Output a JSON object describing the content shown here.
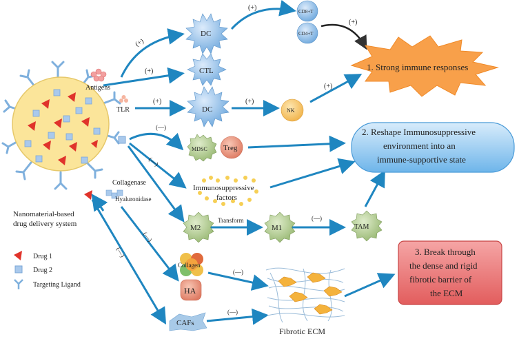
{
  "nanosystem": {
    "caption_line1": "Nanomaterial-based",
    "caption_line2": "drug delivery system"
  },
  "legend": {
    "drug1": "Drug 1",
    "drug2": "Drug 2",
    "ligand": "Targeting Ligand"
  },
  "stimuli": {
    "antigens": "Antigens",
    "tlr": "TLR",
    "collagenase": "Collagenase",
    "hyaluronidase": "Hyaluronidase"
  },
  "cells": {
    "dc_top": "DC",
    "cd8": "CD8+T",
    "cd4": "CD4+T",
    "ctl": "CTL",
    "dc_mid": "DC",
    "nk": "NK",
    "mdsc": "MDSC",
    "treg": "Treg",
    "immunosuppressive_line1": "Immunosuppressive",
    "immunosuppressive_line2": "factors",
    "m2": "M2",
    "m1": "M1",
    "tam": "TAM",
    "collagen": "Collagen",
    "ha": "HA",
    "cafs": "CAFs",
    "fibrotic_ecm": "Fibrotic ECM"
  },
  "arrow_labels": {
    "antigens_dc": "(+)",
    "dc_cd8": "(+)",
    "cd4_outcome": "(+)",
    "antigens_ctl": "(+)",
    "tlr_dc": "(+)",
    "dc_nk": "(+)",
    "nk_outcome": "(+)",
    "drug_mdsc": "(—)",
    "drug_factors": "(—)",
    "m2_m1": "Transform",
    "m1_tam": "(—)",
    "hyal_collagen": "(—)",
    "collagen_ecm": "(—)",
    "drug_cafs": "(—)",
    "cafs_ecm": "(—)"
  },
  "outcomes": {
    "outcome1": "1. Strong immune responses",
    "outcome2_line1": "2. Reshape Immunosuppressive",
    "outcome2_line2": "environment into an",
    "outcome2_line3": "immune-supportive state",
    "outcome3_line1": "3. Break through",
    "outcome3_line2": "the dense and rigid",
    "outcome3_line3": "fibrotic barrier of",
    "outcome3_line4": "the ECM"
  },
  "colors": {
    "arrow": "#2a9fd6",
    "nano_fill": "#fbe59a",
    "drug1": "#e0332b",
    "drug2": "#a9c9ec",
    "ligand": "#7fb0dd",
    "outcome1": "#f8a04a",
    "outcome2": "#7dbff0",
    "outcome3": "#ee6b6b"
  }
}
